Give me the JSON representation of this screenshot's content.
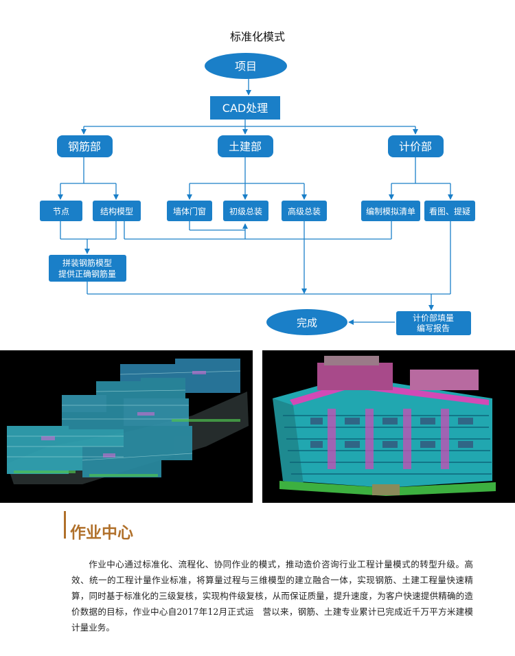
{
  "diagram": {
    "title": "标准化模式",
    "colors": {
      "node": "#1a7fc8",
      "line": "#1a7fc8"
    },
    "nodes": {
      "project": "项目",
      "cad": "CAD处理",
      "rebar_dept": "钢筋部",
      "civil_dept": "土建部",
      "pricing_dept": "计价部",
      "node_point": "节点",
      "structure_model": "结构模型",
      "wall_door": "墙体门窗",
      "basic_assembly": "初级总装",
      "advanced_assembly": "高级总装",
      "compile_bill": "编制模拟清单",
      "review": "看图、提疑",
      "assemble_line1": "拼装钢筋模型",
      "assemble_line2": "提供正确钢筋量",
      "pricing_fill_line1": "计价部填量",
      "pricing_fill_line2": "编写报告",
      "done": "完成"
    }
  },
  "images": {
    "left": "building-group-3d-model",
    "right": "high-rise-3d-model"
  },
  "section": {
    "title": "作业中心",
    "body": "作业中心通过标准化、流程化、协同作业的模式，推动造价咨询行业工程计量模式的转型升级。高效、统一的工程计量作业标准，将算量过程与三维模型的建立融合一体，实现钢筋、土建工程量快速精算，同时基于标准化的三级复核，实现构件级复核，从而保证质量，提升速度，为客户快速提供精确的造价数据的目标，作业中心自2017年12月正式运　营以来，钢筋、土建专业累计已完成近千万平方米建模计量业务。"
  }
}
